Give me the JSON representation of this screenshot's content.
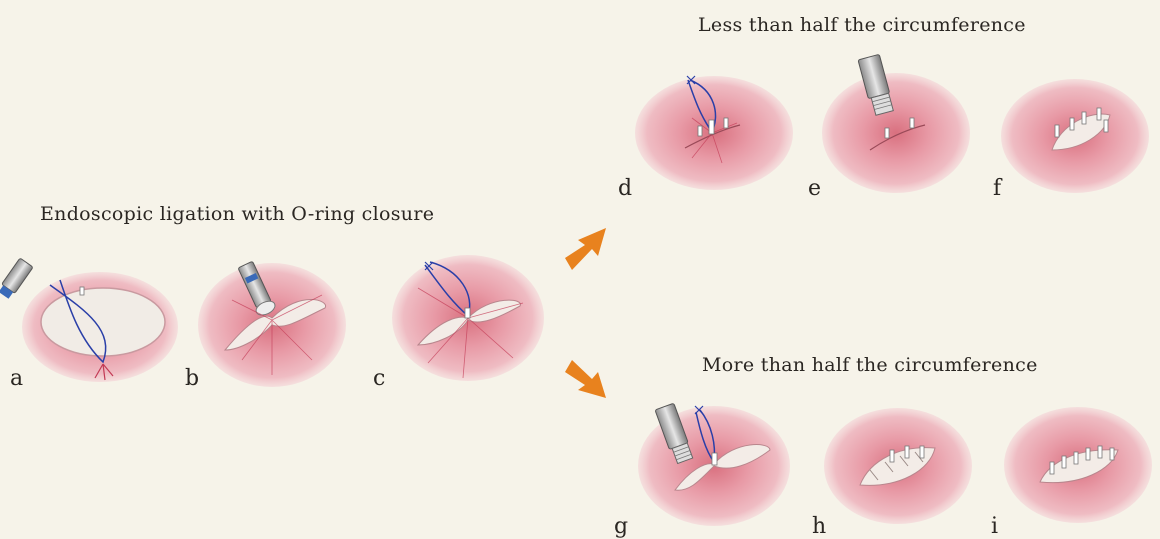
{
  "titles": {
    "ligation": "Endoscopic ligation with O-ring closure",
    "less": "Less than half the circumference",
    "more": "More than half the circumference"
  },
  "panels": [
    "a",
    "b",
    "c",
    "d",
    "e",
    "f",
    "g",
    "h",
    "i"
  ],
  "colors": {
    "arrow": "#e8821e",
    "tissue": "#e8a8b2",
    "suture": "#2a3fa8"
  }
}
